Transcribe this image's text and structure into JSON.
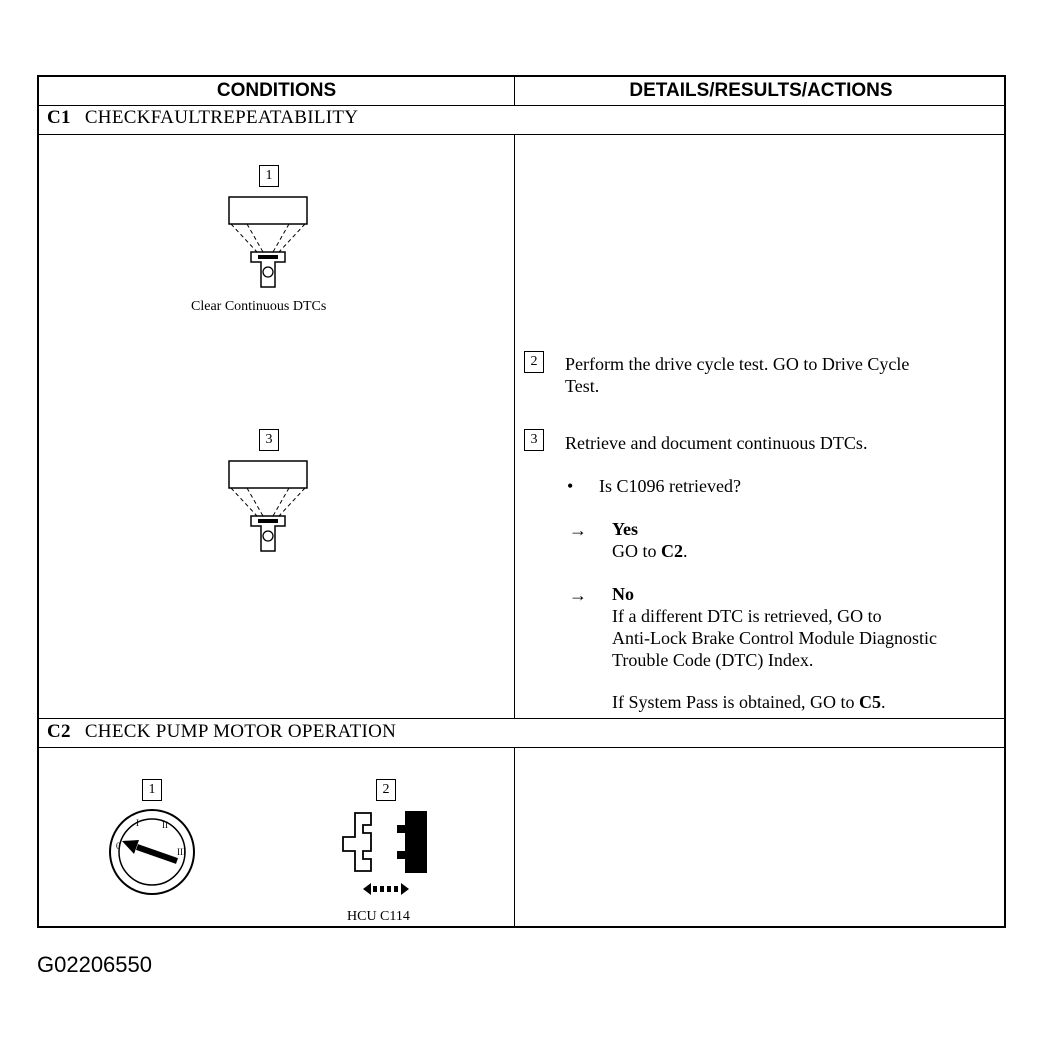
{
  "header": {
    "conditions": "CONDITIONS",
    "details": "DETAILS/RESULTS/ACTIONS"
  },
  "sections": [
    {
      "id": "C1",
      "title": "CHECKFAULTREPEATABILITY",
      "figures": [
        {
          "step": "1",
          "caption": "Clear Continuous DTCs",
          "icon": "scan-tool-icon"
        },
        {
          "step": "3",
          "caption": "",
          "icon": "scan-tool-icon"
        }
      ],
      "steps": [
        {
          "num": "2",
          "text_line1": "Perform the drive cycle test. GO to Drive Cycle",
          "text_line2": "Test."
        },
        {
          "num": "3",
          "text": "Retrieve and document continuous DTCs."
        }
      ],
      "question": "Is C1096 retrieved?",
      "yes": {
        "label": "Yes",
        "text_prefix": "GO to ",
        "target": "C2",
        "text_suffix": "."
      },
      "no": {
        "label": "No",
        "line1": "If a different DTC is retrieved, GO to",
        "line2": "Anti-Lock Brake Control Module Diagnostic",
        "line3": "Trouble Code (DTC) Index.",
        "pass_prefix": "If System Pass is obtained, GO to ",
        "pass_target": "C5",
        "pass_suffix": "."
      },
      "bullet_glyph": "•",
      "arrow_glyph": "→"
    },
    {
      "id": "C2",
      "title": "CHECK PUMP MOTOR OPERATION",
      "figures": [
        {
          "step": "1",
          "caption": "",
          "icon": "ignition-switch-icon",
          "switch_labels": [
            "0",
            "I",
            "II",
            "III"
          ]
        },
        {
          "step": "2",
          "caption": "HCU C114",
          "icon": "connector-icon"
        }
      ]
    }
  ],
  "reference": "G02206550"
}
